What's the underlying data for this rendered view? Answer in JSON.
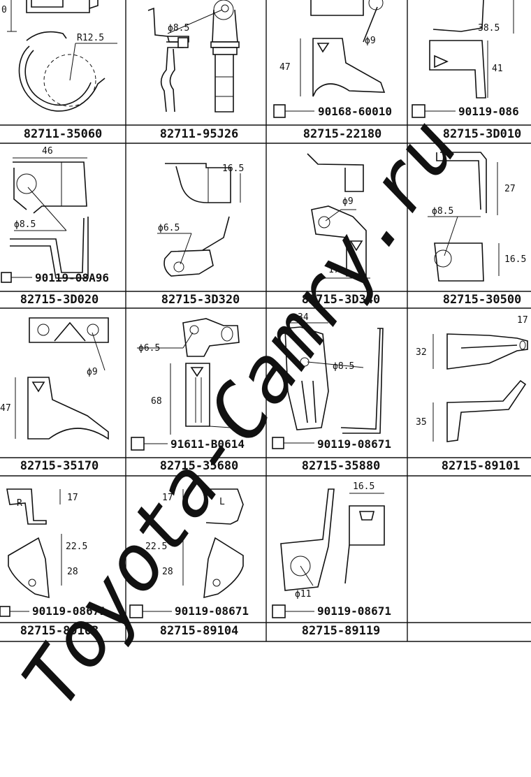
{
  "watermark": "Toyota-Camry.ru",
  "cells": [
    {
      "id": "r1c1",
      "part_number": "82711-35060",
      "dims": [
        "0",
        "R12.5"
      ],
      "fastener": ""
    },
    {
      "id": "r1c2",
      "part_number": "82711-95J26",
      "dims": [
        "ϕ8.5"
      ],
      "fastener": ""
    },
    {
      "id": "r1c3",
      "part_number": "82715-22180",
      "dims": [
        "ϕ9",
        "47"
      ],
      "fastener": "90168-60010"
    },
    {
      "id": "r1c4",
      "part_number": "82715-3D010",
      "dims": [
        "38.5",
        "41"
      ],
      "fastener": "90119-086"
    },
    {
      "id": "r2c1",
      "part_number": "82715-3D020",
      "dims": [
        "46",
        "ϕ8.5"
      ],
      "fastener": "90119-08A96"
    },
    {
      "id": "r2c2",
      "part_number": "82715-3D320",
      "dims": [
        "16.5",
        "ϕ6.5"
      ],
      "fastener": ""
    },
    {
      "id": "r2c3",
      "part_number": "82715-3D340",
      "dims": [
        "ϕ9",
        "17"
      ],
      "fastener": ""
    },
    {
      "id": "r2c4",
      "part_number": "82715-30500",
      "dims": [
        "27",
        "ϕ8.5",
        "16.5"
      ],
      "fastener": ""
    },
    {
      "id": "r3c1",
      "part_number": "82715-35170",
      "dims": [
        "ϕ9",
        "47"
      ],
      "fastener": ""
    },
    {
      "id": "r3c2",
      "part_number": "82715-35680",
      "dims": [
        "ϕ6.5",
        "68"
      ],
      "fastener": "91611-B0614"
    },
    {
      "id": "r3c3",
      "part_number": "82715-35880",
      "dims": [
        "34",
        "ϕ8.5"
      ],
      "fastener": "90119-08671"
    },
    {
      "id": "r3c4",
      "part_number": "82715-89101",
      "dims": [
        "17",
        "32",
        "35"
      ],
      "fastener": ""
    },
    {
      "id": "r4c1",
      "part_number": "82715-89103",
      "dims": [
        "R",
        "17",
        "22.5",
        "28"
      ],
      "fastener": "90119-08671"
    },
    {
      "id": "r4c2",
      "part_number": "82715-89104",
      "dims": [
        "17",
        "L",
        "22.5",
        "28"
      ],
      "fastener": "90119-08671"
    },
    {
      "id": "r4c3",
      "part_number": "82715-89119",
      "dims": [
        "16.5",
        "ϕ11"
      ],
      "fastener": "90119-08671"
    },
    {
      "id": "r4c4",
      "part_number": "",
      "dims": [],
      "fastener": ""
    }
  ]
}
